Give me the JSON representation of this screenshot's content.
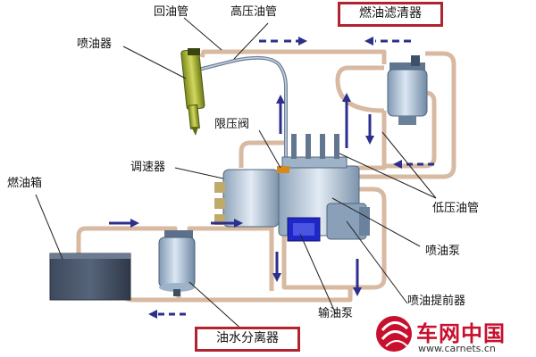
{
  "labels": {
    "return_pipe": "回油管",
    "high_pressure_pipe": "高压油管",
    "fuel_filter": "燃油滤清器",
    "injector": "喷油器",
    "pressure_limit_valve": "限压阀",
    "governor": "调速器",
    "fuel_tank": "燃油箱",
    "low_pressure_pipe": "低压油管",
    "injection_pump": "喷油泵",
    "fuel_feed_pump": "输油泵",
    "injection_advancer": "喷油提前器",
    "water_separator": "油水分离器"
  },
  "watermark": {
    "name": "车网中国",
    "url": "www.carnets.cn"
  },
  "colors": {
    "pipe": "#d8b9a2",
    "arrow": "#2d2f8c",
    "highlight_box": "#b1232f",
    "leader": "#222222",
    "brand_red": "#c8102e"
  }
}
